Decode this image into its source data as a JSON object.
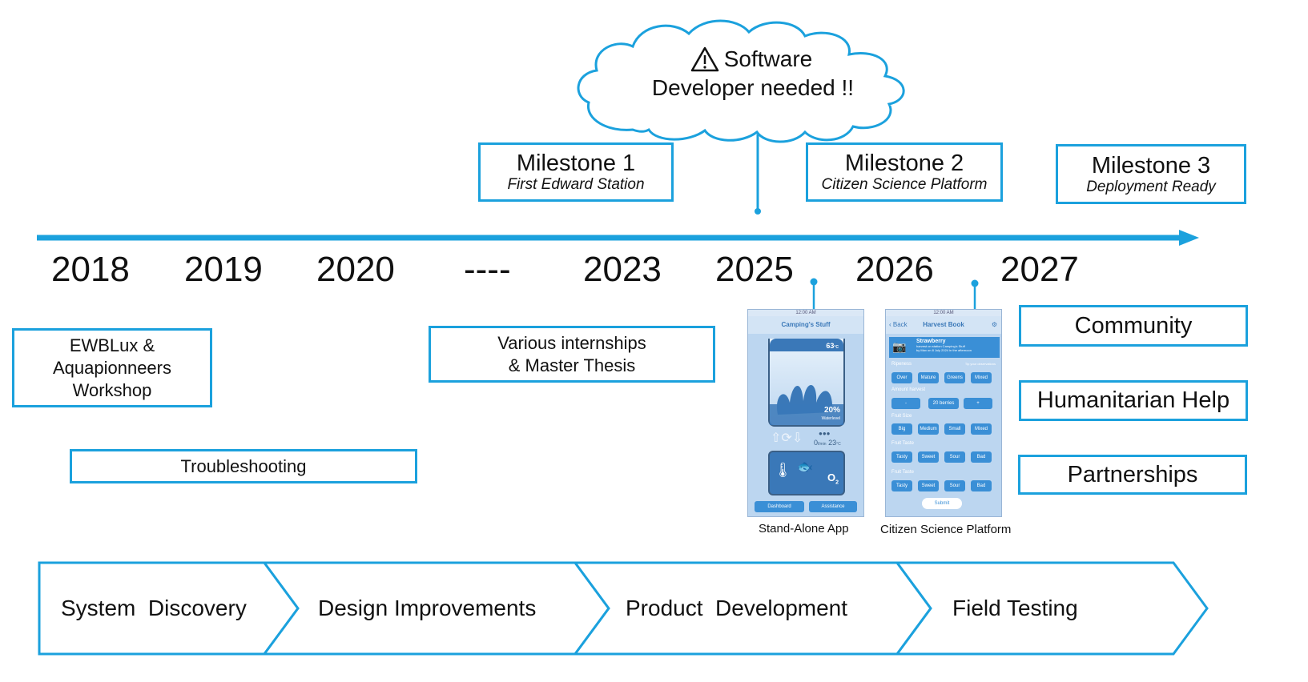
{
  "cloud": {
    "line1": "Software",
    "line2": "Developer needed !!"
  },
  "milestones": [
    {
      "title": "Milestone 1",
      "subtitle": "First Edward Station"
    },
    {
      "title": "Milestone 2",
      "subtitle": "Citizen Science Platform"
    },
    {
      "title": "Milestone 3",
      "subtitle": "Deployment Ready"
    }
  ],
  "years": [
    "2018",
    "2019",
    "2020",
    "----",
    "2023",
    "2025",
    "2026",
    "2027"
  ],
  "activities": {
    "ewb": [
      "EWBLux &",
      "Aquapionneers",
      "Workshop"
    ],
    "troubleshooting": "Troubleshooting",
    "internships": [
      "Various internships",
      "& Master Thesis"
    ]
  },
  "tags": [
    "Community",
    "Humanitarian Help",
    "Partnerships"
  ],
  "phases": [
    "System  Discovery",
    "Design Improvements",
    "Product  Development",
    "Field Testing"
  ],
  "apps": {
    "standalone": {
      "caption": "Stand-Alone App",
      "time": "12:00 AM",
      "title": "Camping's Stuff",
      "temp_top": "63",
      "temp_unit": "°C",
      "water_pct": "20%",
      "water_label": "Waterlevel",
      "flow": "0",
      "flow_unit": "l/min",
      "temp_mid": "23",
      "o2": "O",
      "o2_sub": "2",
      "btn_dashboard": "Dashboard",
      "btn_assistance": "Assistance"
    },
    "citizen": {
      "caption": "Citizen Science Platform",
      "time": "12:00 AM",
      "back": "Back",
      "title": "Harvest Book",
      "item": "Strawberry",
      "item_desc1": "harvest on station Camping's Stuff",
      "item_desc2": "by Max on 8 July 2024 in the afternoon",
      "ripeness_label": "Ripeness",
      "ripeness_hint": "Tip your observations",
      "ripeness_opts": [
        "Over",
        "Mature",
        "Greens",
        "Mixed"
      ],
      "amount_label": "Amount harvest",
      "amount_minus": "-",
      "amount_value": "20 berries",
      "amount_plus": "+",
      "size_label": "Fruit Size",
      "size_opts": [
        "Big",
        "Medium",
        "Small",
        "Mixed"
      ],
      "taste_label": "Fruit Taste",
      "taste_opts": [
        "Tasty",
        "Sweet",
        "Sour",
        "Bad"
      ],
      "taste2_label": "Fruit Taste",
      "taste2_opts": [
        "Tasty",
        "Sweet",
        "Sour",
        "Bad"
      ],
      "submit": "Submit"
    }
  },
  "colors": {
    "accent": "#1ba1dd",
    "phone_bg": "#bcd6f0",
    "pill": "#3a8fd6"
  }
}
